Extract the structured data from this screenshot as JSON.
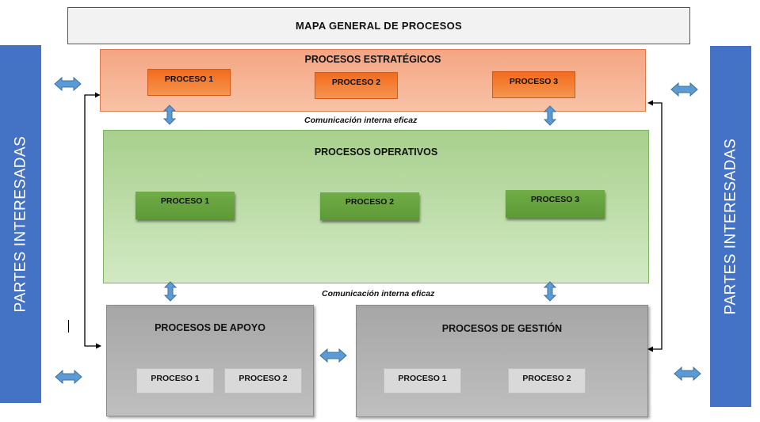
{
  "title": "MAPA GENERAL DE PROCESOS",
  "stakeholders": {
    "left_label": "PARTES INTERESADAS",
    "right_label": "PARTES INTERESADAS"
  },
  "strategic": {
    "title": "PROCESOS ESTRATÉGICOS",
    "processes": [
      "PROCESO 1",
      "PROCESO 2",
      "PROCESO 3"
    ]
  },
  "communication": {
    "label_top": "Comunicación interna eficaz",
    "label_bottom": "Comunicación interna eficaz"
  },
  "operative": {
    "title": "PROCESOS OPERATIVOS",
    "processes": [
      "PROCESO 1",
      "PROCESO 2",
      "PROCESO 3"
    ]
  },
  "support": {
    "title": "PROCESOS DE APOYO",
    "processes": [
      "PROCESO 1",
      "PROCESO 2"
    ]
  },
  "management": {
    "title": "PROCESOS DE GESTIÓN",
    "processes": [
      "PROCESO 1",
      "PROCESO 2"
    ]
  },
  "colors": {
    "stakeholder_blue": "#4472c4",
    "strategic_orange": "#f26b1d",
    "operative_green": "#70ad47",
    "support_grey": "#a6a6a6",
    "arrow_blue": "#5b9bd5"
  }
}
